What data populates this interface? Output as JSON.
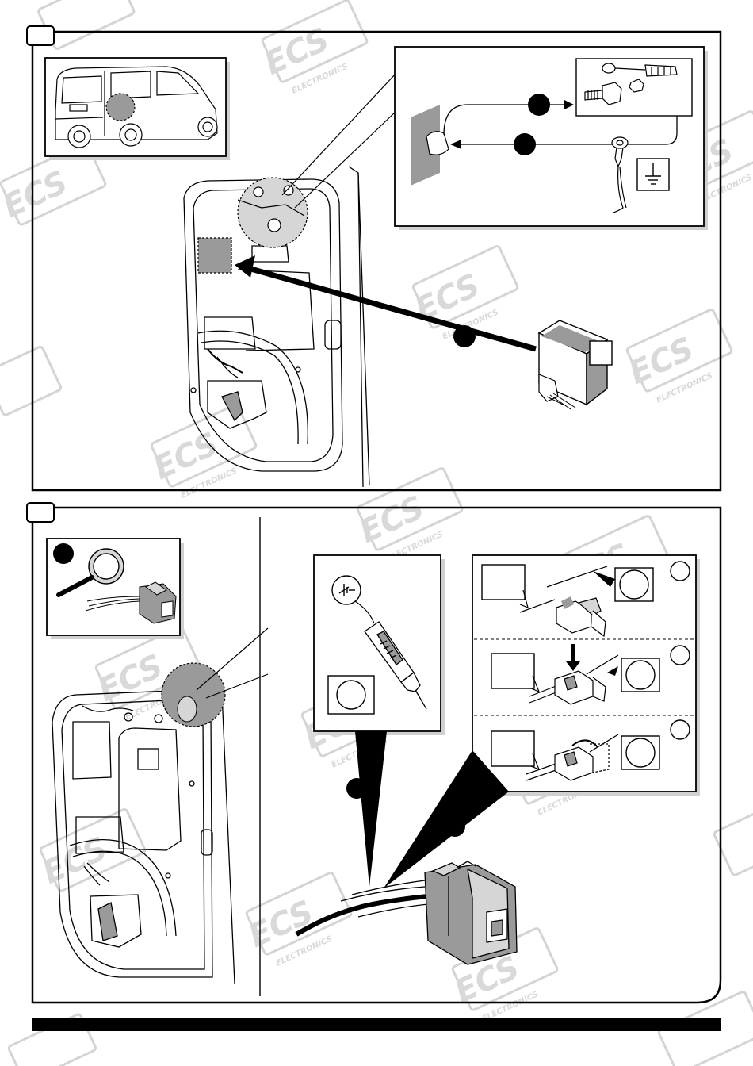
{
  "watermark": {
    "logo_text": "ECS",
    "sub_text": "ELECTRONICS"
  },
  "panels": [
    {
      "id": "step-top",
      "number_box": "",
      "module_label_box": ""
    },
    {
      "id": "step-bottom",
      "number_box": "",
      "tester_label_box": "",
      "connector_steps": [
        "",
        "",
        ""
      ]
    }
  ],
  "icons": [
    "ground-symbol-icon",
    "circuit-tester-icon",
    "magnifier-icon",
    "wrench-icon",
    "bolt-icon"
  ],
  "colors": {
    "ink": "#000000",
    "panel_border": "#000000",
    "grey_fill": "#9a9a9a",
    "light_grey": "#d6d6d6",
    "watermark": "#d9d9d9"
  }
}
